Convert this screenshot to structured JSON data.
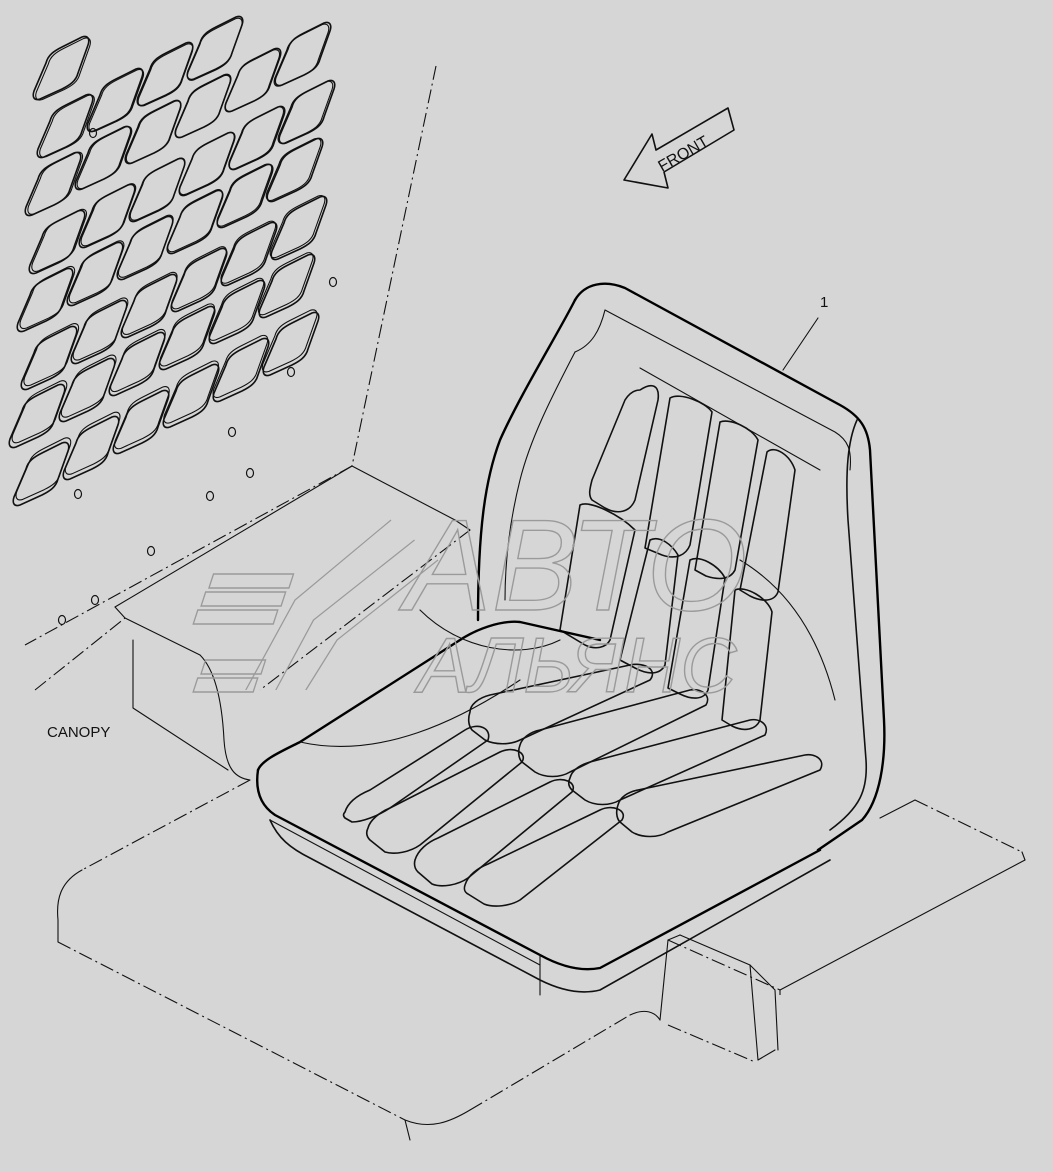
{
  "labels": {
    "front": "FRONT",
    "canopy": "CANOPY",
    "callout_1": "1"
  },
  "watermark": {
    "line1": "АВТО",
    "line2": "АЛЬЯНС"
  },
  "colors": {
    "background": "#d6d6d6",
    "line": "#111111",
    "watermark": "#9a9a9a"
  }
}
